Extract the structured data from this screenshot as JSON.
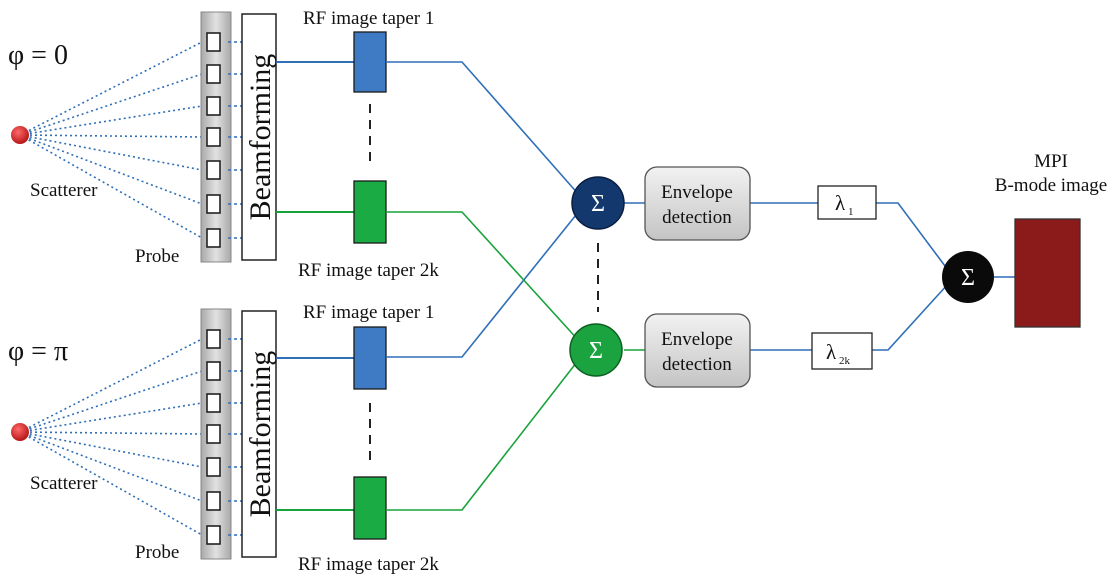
{
  "panels": [
    {
      "phase_label": "φ = 0",
      "scatterer_label": "Scatterer",
      "probe_label": "Probe",
      "beamforming_label": "Beamforming",
      "taper_top_label": "RF image taper 1",
      "taper_bottom_label": "RF image taper 2k"
    },
    {
      "phase_label": "φ = π",
      "scatterer_label": "Scatterer",
      "probe_label": "Probe",
      "beamforming_label": "Beamforming",
      "taper_top_label": "RF image taper 1",
      "taper_bottom_label": "RF image taper 2k"
    }
  ],
  "sum_nodes": [
    {
      "symbol": "Σ",
      "color": "#13386e"
    },
    {
      "symbol": "Σ",
      "color": "#1aa33f"
    }
  ],
  "envelope_blocks": [
    {
      "line1": "Envelope",
      "line2": "detection"
    },
    {
      "line1": "Envelope",
      "line2": "detection"
    }
  ],
  "weights": [
    {
      "symbol": "λ",
      "subscript": "1"
    },
    {
      "symbol": "λ",
      "subscript": "2k"
    }
  ],
  "final_sum": {
    "symbol": "Σ",
    "color": "#0a0a0a"
  },
  "output": {
    "label_line1": "MPI",
    "label_line2": "B-mode image",
    "color": "#8b1a1a"
  },
  "colors": {
    "blue": "#2f6fb7",
    "green": "#17a33a",
    "blue_block": "#3f7bc4",
    "green_block": "#1bab45",
    "scatterer": "#cc2222"
  }
}
